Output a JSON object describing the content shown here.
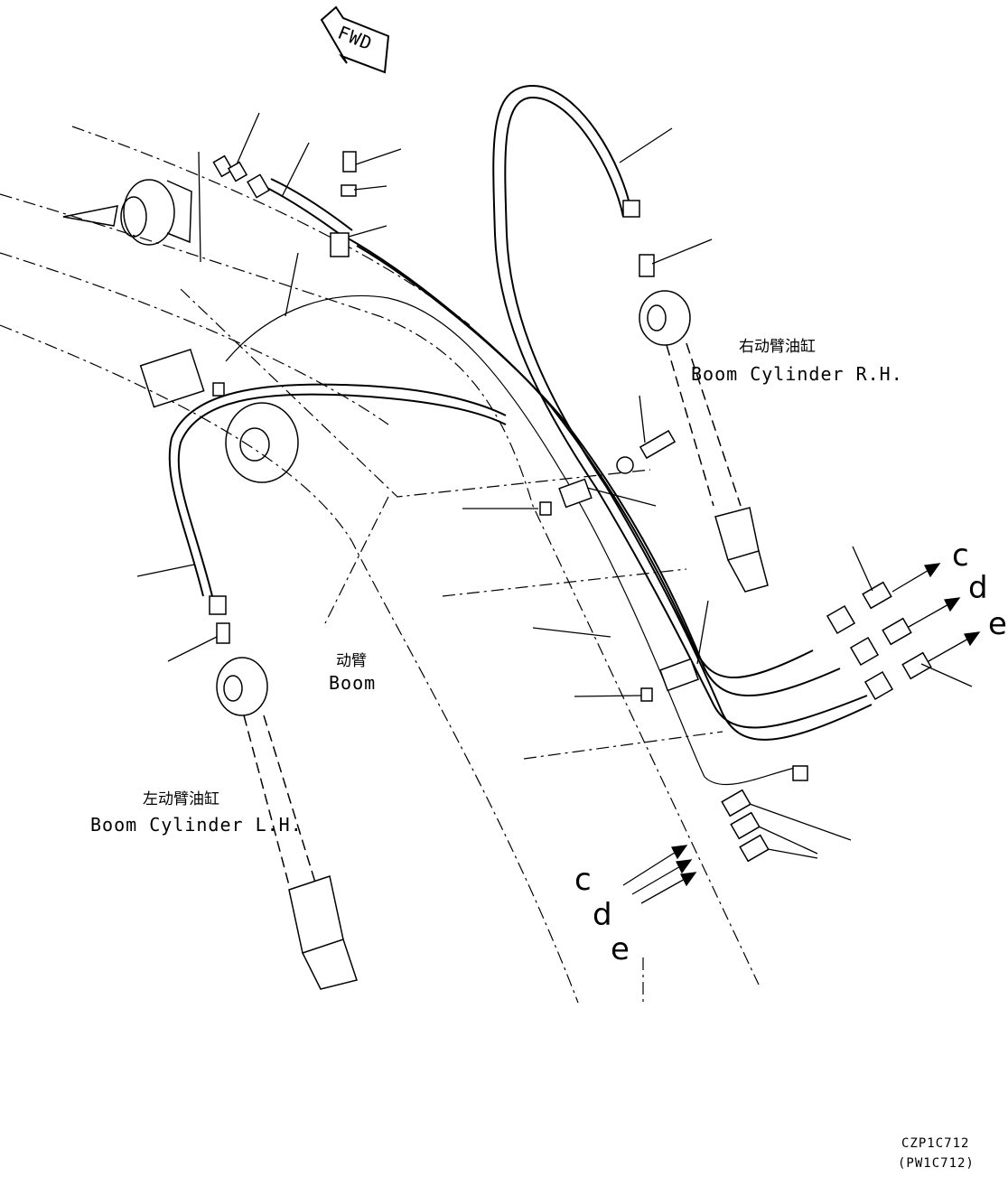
{
  "fwd_label": "FWD",
  "labels": {
    "boom_cyl_rh_zh": "右动臂油缸",
    "boom_cyl_rh_en": "Boom Cylinder R.H.",
    "boom_zh": "动臂",
    "boom_en": "Boom",
    "boom_cyl_lh_zh": "左动臂油缸",
    "boom_cyl_lh_en": "Boom Cylinder L.H."
  },
  "port_letters": {
    "right": [
      "c",
      "d",
      "e"
    ],
    "left": [
      "c",
      "d",
      "e"
    ]
  },
  "drawing_code": {
    "primary": "CZP1C712",
    "secondary": "(PW1C712)"
  }
}
